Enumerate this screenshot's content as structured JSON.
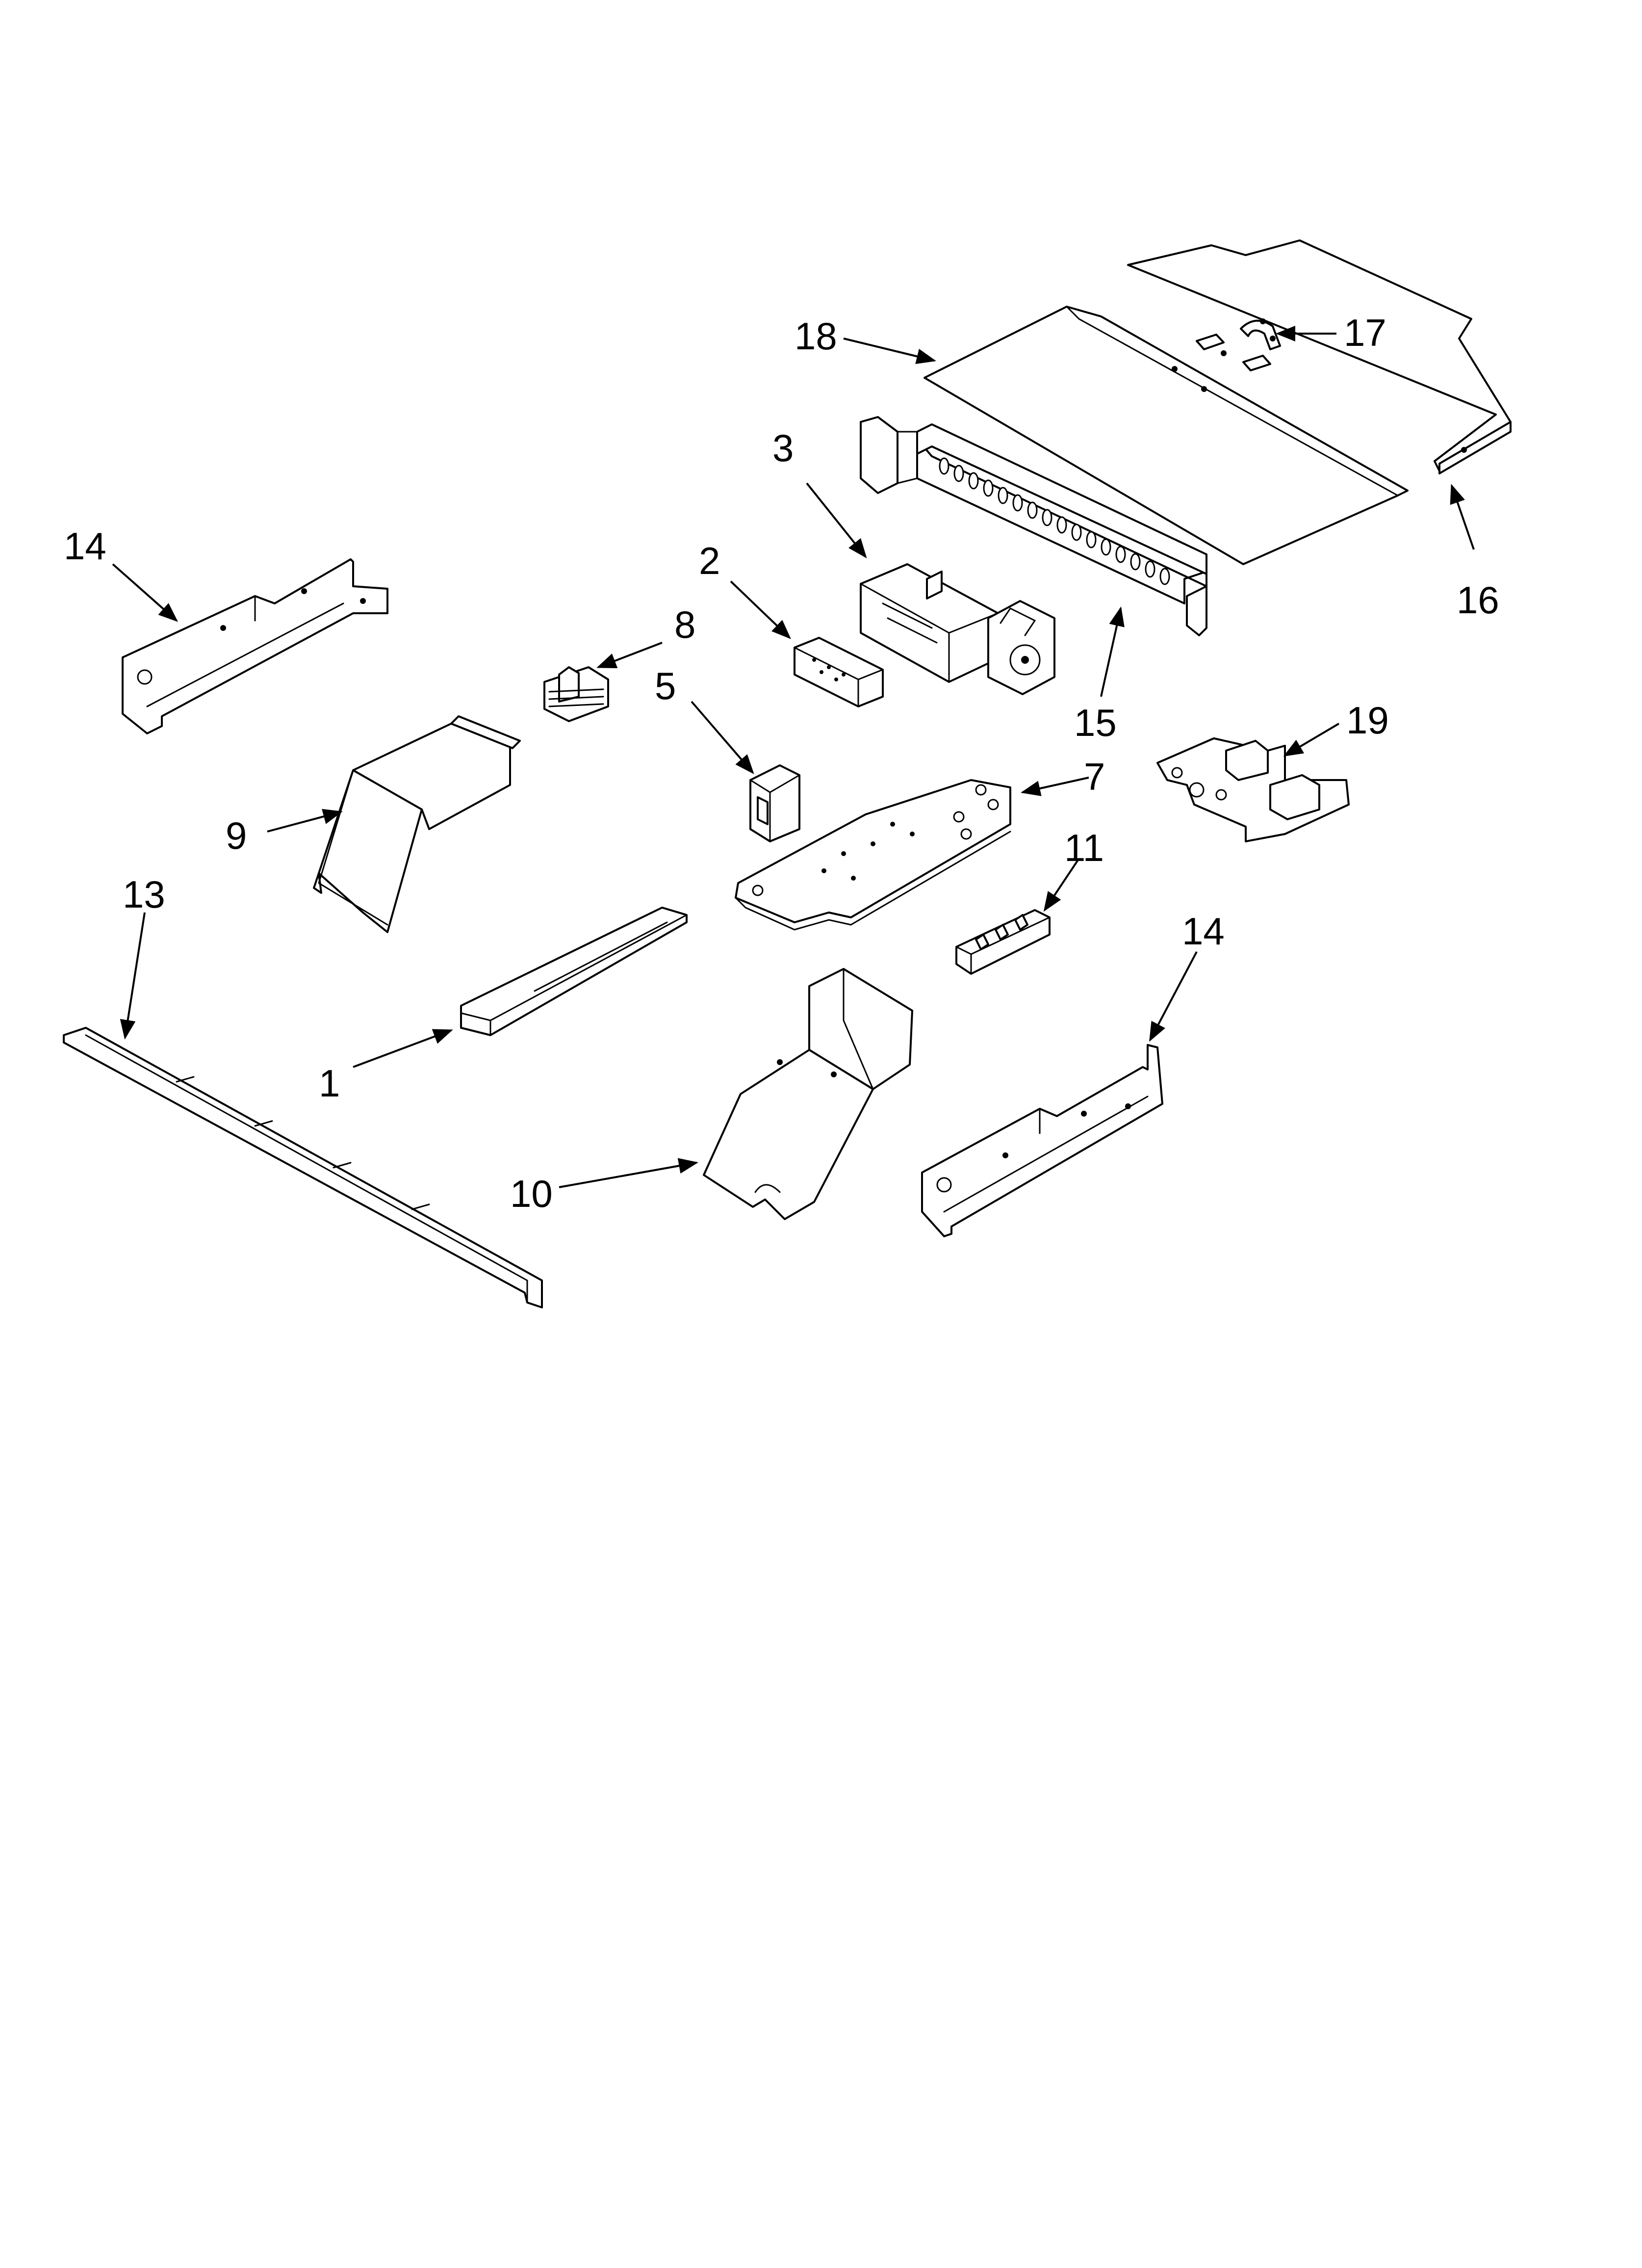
{
  "callouts": [
    {
      "id": "c1",
      "label": "1"
    },
    {
      "id": "c2",
      "label": "2"
    },
    {
      "id": "c3",
      "label": "3"
    },
    {
      "id": "c5",
      "label": "5"
    },
    {
      "id": "c7",
      "label": "7"
    },
    {
      "id": "c8",
      "label": "8"
    },
    {
      "id": "c9",
      "label": "9"
    },
    {
      "id": "c10",
      "label": "10"
    },
    {
      "id": "c11",
      "label": "11"
    },
    {
      "id": "c13",
      "label": "13"
    },
    {
      "id": "c14a",
      "label": "14"
    },
    {
      "id": "c14b",
      "label": "14"
    },
    {
      "id": "c15",
      "label": "15"
    },
    {
      "id": "c16",
      "label": "16"
    },
    {
      "id": "c17",
      "label": "17"
    },
    {
      "id": "c18",
      "label": "18"
    },
    {
      "id": "c19",
      "label": "19"
    }
  ],
  "colors": {
    "line": "#000000",
    "background": "#ffffff"
  }
}
